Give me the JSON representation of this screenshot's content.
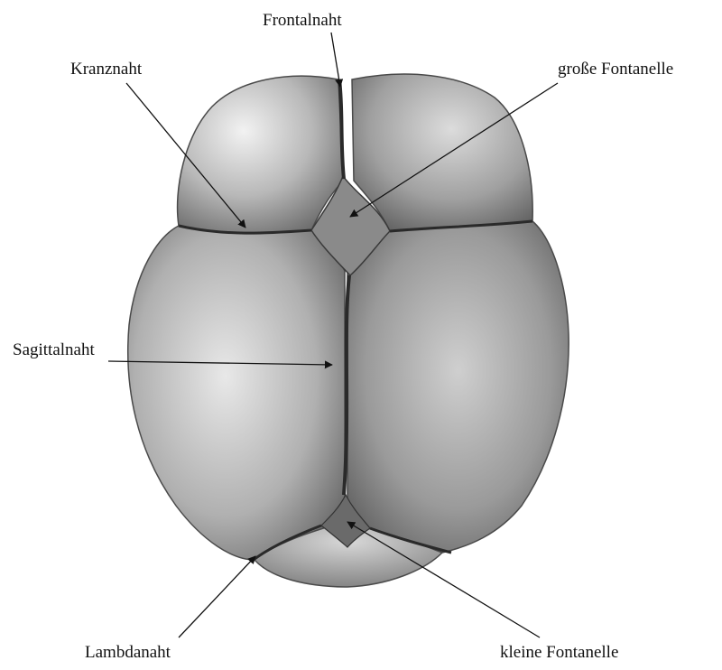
{
  "labels": {
    "frontalnaht": "Frontalnaht",
    "kranznaht": "Kranznaht",
    "grosse_fontanelle": "große Fontanelle",
    "sagittalnaht": "Sagittalnaht",
    "lambdanaht": "Lambdanaht",
    "kleine_fontanelle": "kleine Fontanelle"
  },
  "colors": {
    "background": "#ffffff",
    "bone_light": "#e2e2e2",
    "bone_mid": "#a8a8a8",
    "bone_dark": "#5a5a5a",
    "suture": "#2a2a2a",
    "leader_line": "#111111"
  }
}
